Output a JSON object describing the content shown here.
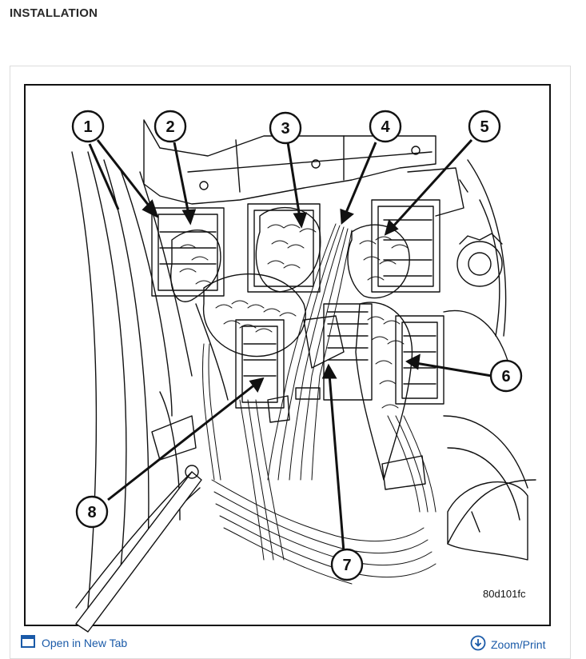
{
  "page": {
    "heading": "INSTALLATION"
  },
  "figure": {
    "code": "80d101fc",
    "callouts": [
      "1",
      "2",
      "3",
      "4",
      "5",
      "6",
      "7",
      "8"
    ]
  },
  "actions": {
    "open_new_tab": "Open in New Tab",
    "zoom_print": "Zoom/Print"
  },
  "icons": {
    "open_tab": "open-in-new-tab-icon",
    "zoom": "zoom-print-icon"
  },
  "colors": {
    "link": "#1a5aa8",
    "line": "#111111"
  }
}
